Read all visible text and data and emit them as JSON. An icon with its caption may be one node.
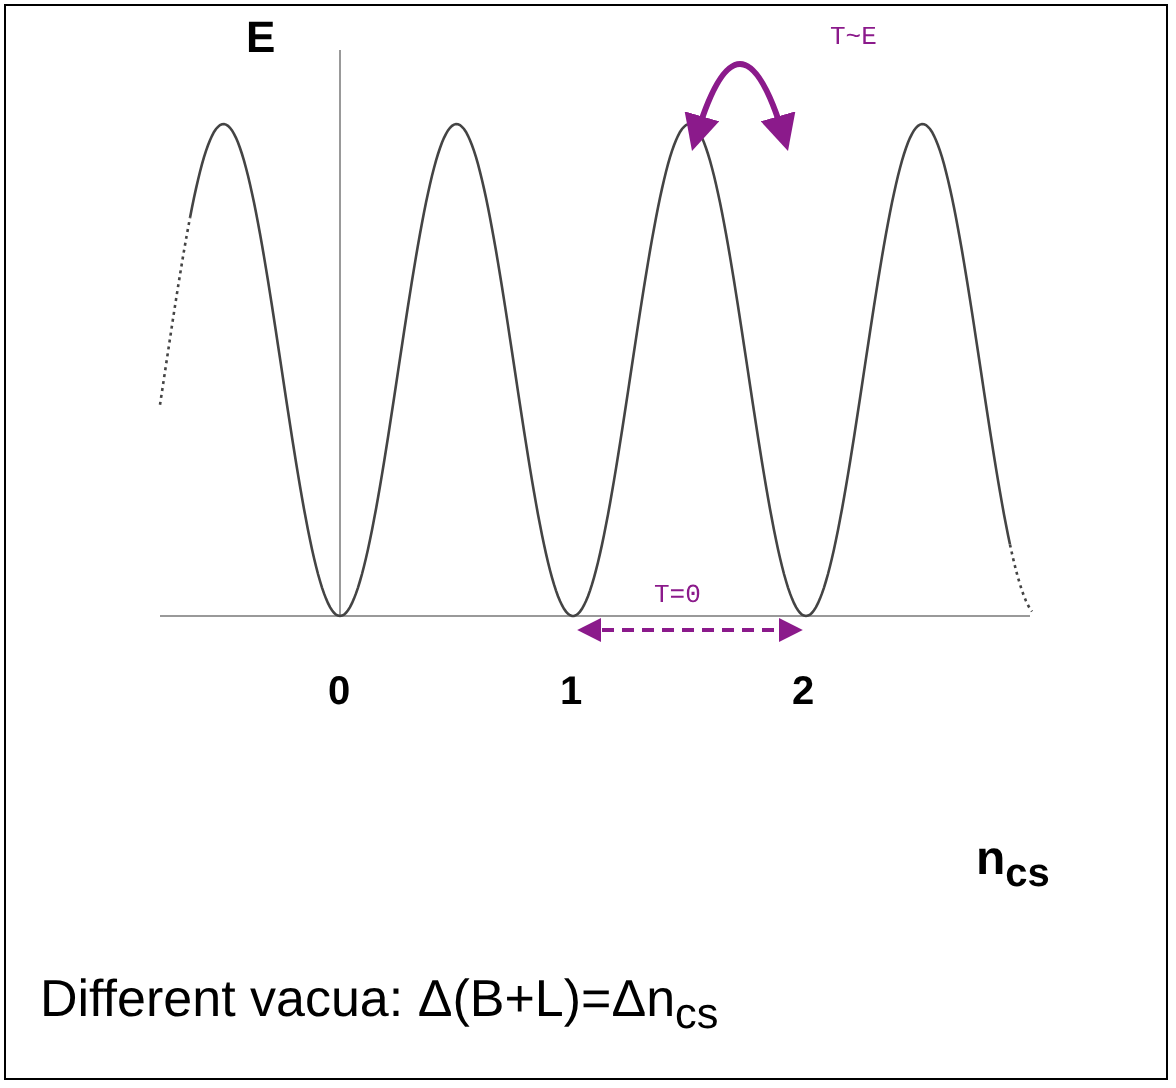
{
  "diagram": {
    "caption": "Different vacua: Δ(B+L)=Δn$_{cs}$",
    "labels": [
      "E",
      "T~E",
      "T=0",
      "0",
      "1",
      "2",
      "n$_{cs}$"
    ]
  }
}
